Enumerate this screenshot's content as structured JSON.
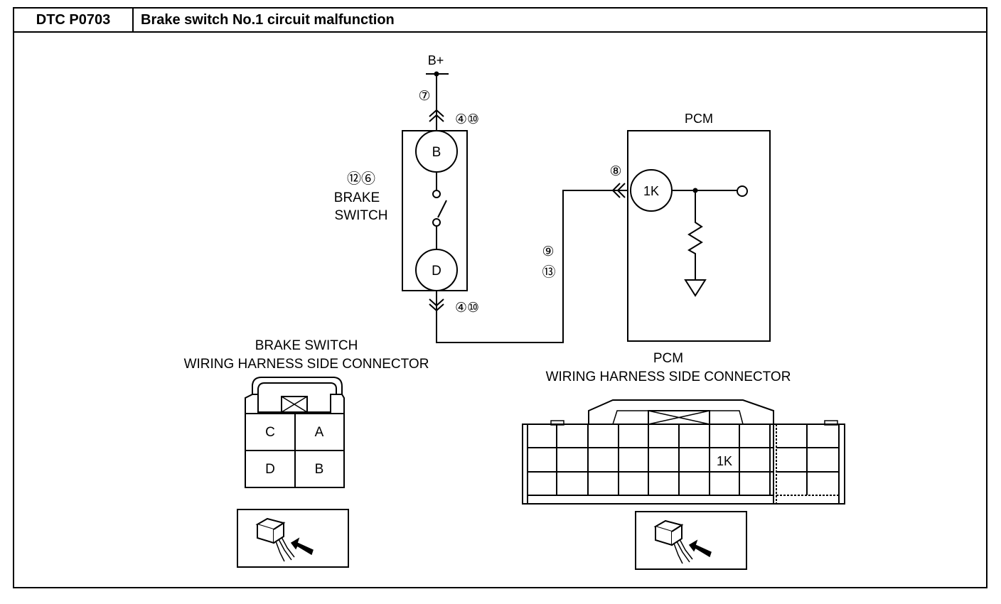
{
  "header": {
    "dtc_code": "DTC P0703",
    "title": "Brake switch No.1 circuit malfunction"
  },
  "diagram": {
    "power_label": "B+",
    "brake_switch": {
      "ref_numbers": "⑫⑥",
      "label_line1": "BRAKE",
      "label_line2": "SWITCH",
      "terminal_top": "B",
      "terminal_bottom": "D",
      "wire_ref_top": "⑦",
      "connector_ref_top": "④⑩",
      "connector_ref_bottom": "④⑩"
    },
    "signal_wire_ref": [
      "⑨",
      "⑬"
    ],
    "pcm": {
      "label": "PCM",
      "terminal": "1K",
      "connector_ref": "⑧"
    }
  },
  "brake_switch_connector": {
    "title_line1": "BRAKE SWITCH",
    "title_line2": "WIRING HARNESS SIDE CONNECTOR",
    "pins": [
      "C",
      "A",
      "D",
      "B"
    ]
  },
  "pcm_connector": {
    "title_line1": "PCM",
    "title_line2": "WIRING HARNESS SIDE CONNECTOR",
    "highlighted_pin": "1K"
  }
}
